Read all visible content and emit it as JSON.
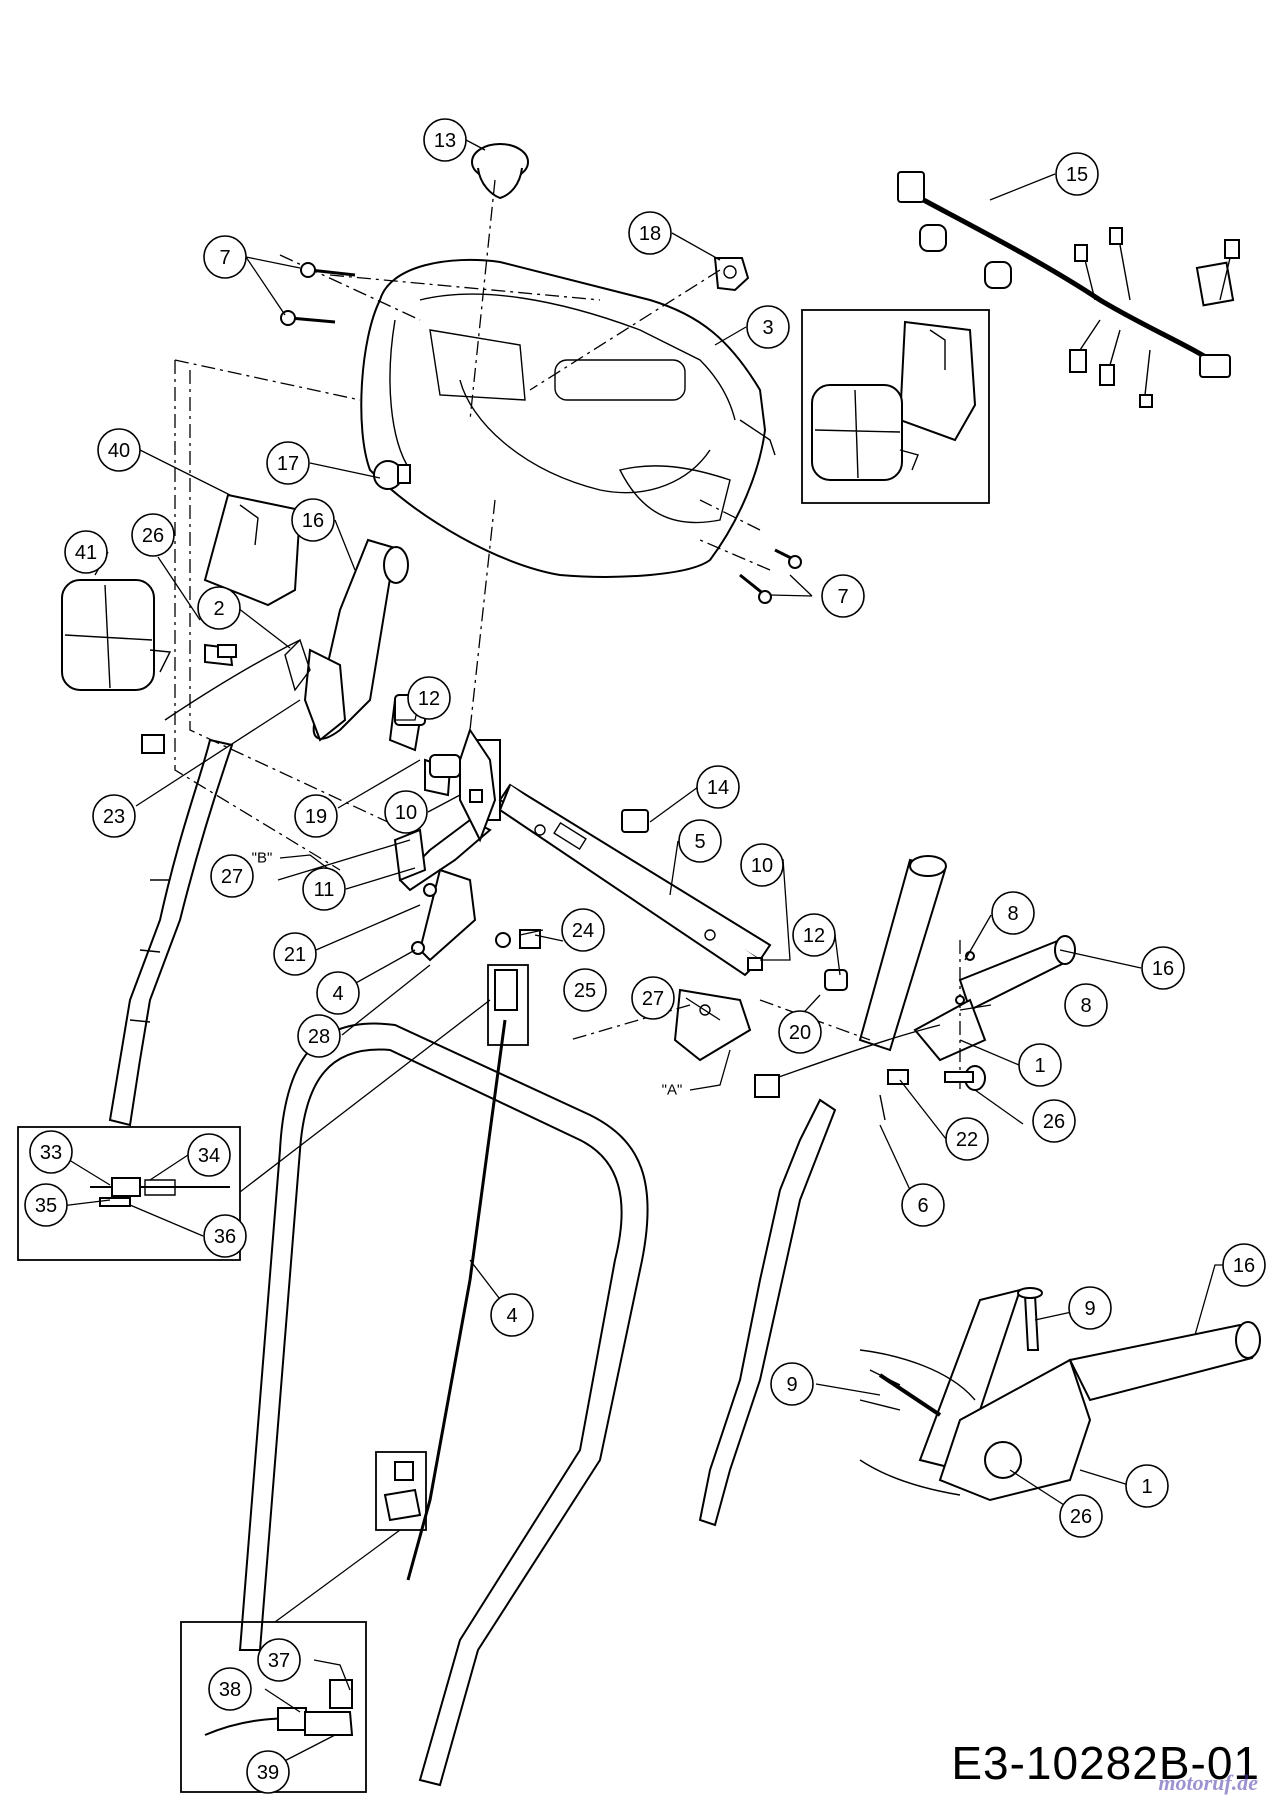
{
  "drawing_number": "E3-10282B-01",
  "watermark": "motoruf.de",
  "detail_labels": {
    "a": "\"A\"",
    "b": "\"B\""
  },
  "callouts": [
    {
      "id": "c13",
      "label": "13"
    },
    {
      "id": "c15",
      "label": "15"
    },
    {
      "id": "c18",
      "label": "18"
    },
    {
      "id": "c7a",
      "label": "7"
    },
    {
      "id": "c3",
      "label": "3"
    },
    {
      "id": "c40",
      "label": "40"
    },
    {
      "id": "c17",
      "label": "17"
    },
    {
      "id": "c41",
      "label": "41"
    },
    {
      "id": "c26a",
      "label": "26"
    },
    {
      "id": "c16a",
      "label": "16"
    },
    {
      "id": "c7b",
      "label": "7"
    },
    {
      "id": "c2",
      "label": "2"
    },
    {
      "id": "c12a",
      "label": "12"
    },
    {
      "id": "c23",
      "label": "23"
    },
    {
      "id": "c19",
      "label": "19"
    },
    {
      "id": "c10a",
      "label": "10"
    },
    {
      "id": "c14",
      "label": "14"
    },
    {
      "id": "c5",
      "label": "5"
    },
    {
      "id": "c10b",
      "label": "10"
    },
    {
      "id": "c27a",
      "label": "27"
    },
    {
      "id": "c11",
      "label": "11"
    },
    {
      "id": "c24",
      "label": "24"
    },
    {
      "id": "c8a",
      "label": "8"
    },
    {
      "id": "c21",
      "label": "21"
    },
    {
      "id": "c12b",
      "label": "12"
    },
    {
      "id": "c16b",
      "label": "16"
    },
    {
      "id": "c4a",
      "label": "4"
    },
    {
      "id": "c25",
      "label": "25"
    },
    {
      "id": "c27b",
      "label": "27"
    },
    {
      "id": "c8b",
      "label": "8"
    },
    {
      "id": "c28",
      "label": "28"
    },
    {
      "id": "c20",
      "label": "20"
    },
    {
      "id": "c1a",
      "label": "1"
    },
    {
      "id": "c26b",
      "label": "26"
    },
    {
      "id": "c22",
      "label": "22"
    },
    {
      "id": "c33",
      "label": "33"
    },
    {
      "id": "c34",
      "label": "34"
    },
    {
      "id": "c35",
      "label": "35"
    },
    {
      "id": "c36",
      "label": "36"
    },
    {
      "id": "c6",
      "label": "6"
    },
    {
      "id": "c4b",
      "label": "4"
    },
    {
      "id": "c16c",
      "label": "16"
    },
    {
      "id": "c9a",
      "label": "9"
    },
    {
      "id": "c9b",
      "label": "9"
    },
    {
      "id": "c1b",
      "label": "1"
    },
    {
      "id": "c26c",
      "label": "26"
    },
    {
      "id": "c37",
      "label": "37"
    },
    {
      "id": "c38",
      "label": "38"
    },
    {
      "id": "c39",
      "label": "39"
    }
  ]
}
